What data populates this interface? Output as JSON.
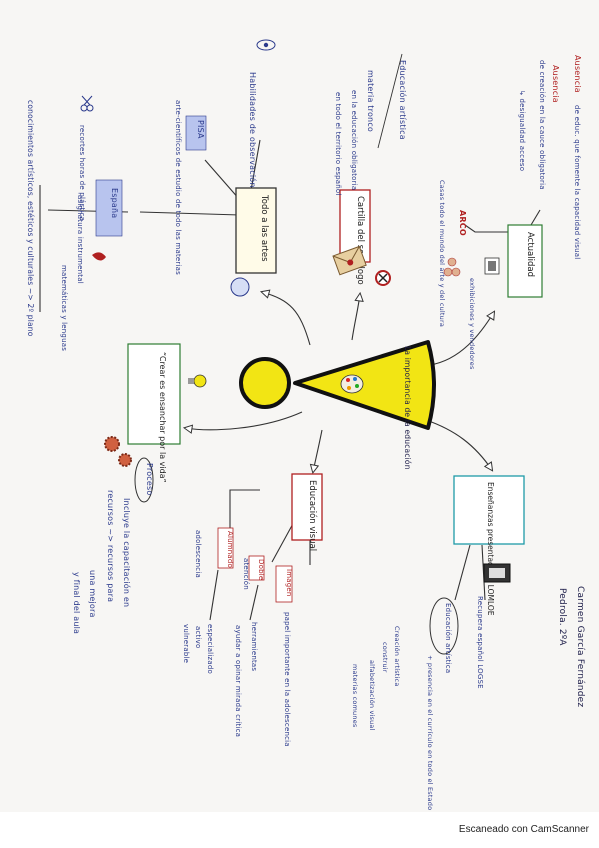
{
  "author": {
    "name": "Carmen García Fernández",
    "course": "Pedrola. 2ºA"
  },
  "center": {
    "title": "La importancia de la educación"
  },
  "creative": {
    "quote": "“Crear es ensanchar por la vida”",
    "process_label": "Proceso"
  },
  "arts": {
    "box": "Todo a las artes",
    "sub": "Habilidades de observación",
    "pisa_tag": "PISA",
    "pisa_text": "arte-científicos de estudio de todo las materias",
    "espana_tag": "España",
    "recortes": "recortes horas de plástica",
    "asignatura": "asignatura instrumental",
    "mas_lenguas": "matemáticas y lenguas",
    "conocimientos": "conocimientos artísticos, estéticos y culturales ~> 2º plano"
  },
  "cartilla": {
    "box": "Cartilla del sociólogo",
    "edu_artistica": "Educación artística",
    "mat_tronco": "materia tronco",
    "edu_obligatoria": "en la educación obligatoria",
    "territorio": "en todo el territorio español"
  },
  "actualidad": {
    "box": "Actualidad",
    "ausencia_prefix": "Ausencia",
    "ausencia": "de educ. que fomente la capacidad visual",
    "ausencia2_prefix": "Ausencia",
    "ausencia2": "de creación en la cauce obligatoria",
    "desigualdad": "↳ desigualdad acceso",
    "arco_label": "ARCO",
    "arco_text": "Casas todo el mundo del arte y del cultura",
    "feria": "exhibiciones y vendedores"
  },
  "ensenanzas": {
    "box": "Enseñanzas presentadas a LOMLOE",
    "recupera": "Recupera español LOGSE",
    "edu_artistica": "Educación artística",
    "presencia": "+ presencia en el currículo en todo el Estado Español",
    "creacion": "Creación artística",
    "construir": "construir",
    "alfabetizacion": "alfabetización visual",
    "materias": "materias comunes"
  },
  "visual": {
    "box": "Educación visual",
    "imagen_tag": "Imagen",
    "imagen_text": "papel importante en la adolescencia",
    "doble_tag": "Doble",
    "doble_text": "atención",
    "herramientas": "herramientas",
    "ayudar": "ayudar a opinar mirada crítica",
    "alumnado_tag": "Alumnado",
    "alumnado_text": "adolescencia",
    "espec_text": "especializado",
    "activo": "activo",
    "vulnerable": "vulnerable"
  },
  "proceso_notes": {
    "line1": "Incluye la capacitación en",
    "line2": "recursos ~> recursos para",
    "line3": "una mejora",
    "line4": "y final del aula"
  },
  "footer": {
    "scanner": "Escaneado con CamScanner"
  }
}
